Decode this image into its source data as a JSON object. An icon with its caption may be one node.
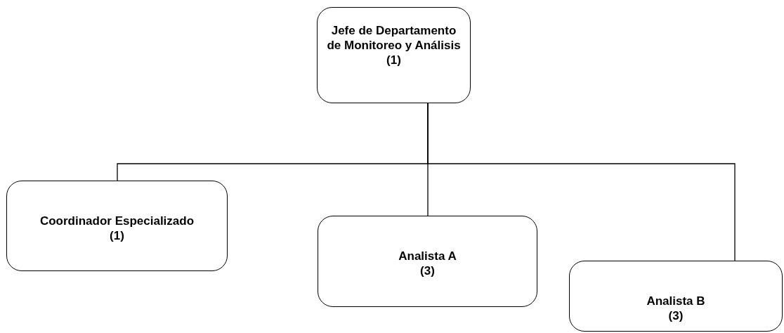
{
  "diagram": {
    "nodes": [
      {
        "text": [
          "Jefe de Departamento de Monitoreo y Análisis",
          "(1)"
        ]
      },
      {
        "text": [
          "Coordinador Especializado",
          "(1)"
        ]
      },
      {
        "text": [
          "Analista A",
          "(3)"
        ]
      },
      {
        "text": [
          "Analista B",
          "(3)"
        ]
      }
    ],
    "edges": [
      {
        "from": 0,
        "to": 1,
        "arrow": "none"
      },
      {
        "from": 0,
        "to": 2,
        "arrow": "none"
      },
      {
        "from": 0,
        "to": 3,
        "arrow": "none"
      }
    ]
  }
}
